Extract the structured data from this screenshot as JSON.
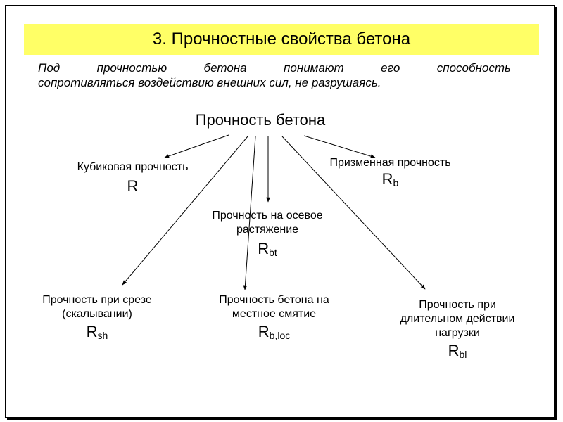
{
  "slide": {
    "title": "3. Прочностные свойства бетона",
    "intro_line1_words": [
      "Под",
      "прочностью",
      "бетона",
      "понимают",
      "его",
      "способность"
    ],
    "intro_line2": "сопротивляться воздействию внешних сил, не разрушаясь.",
    "center": "Прочность  бетона",
    "nodes": {
      "cube": {
        "label": "Кубиковая прочность",
        "symbol": "R",
        "sub": ""
      },
      "prism": {
        "label": "Призменная прочность",
        "symbol": "R",
        "sub": "b"
      },
      "axial": {
        "line1": "Прочность на осевое",
        "line2": "растяжение",
        "symbol": "R",
        "sub": "bt"
      },
      "shear": {
        "line1": "Прочность при срезе",
        "line2": "(скалывании)",
        "symbol": "R",
        "sub": "sh"
      },
      "local": {
        "line1": "Прочность бетона на",
        "line2": "местное смятие",
        "symbol": "R",
        "sub": "b,loc"
      },
      "longterm": {
        "line1": "Прочность при",
        "line2": "длительном действии",
        "line3": "нагрузки",
        "symbol": "R",
        "sub": "bl"
      }
    },
    "colors": {
      "title_bg": "#ffff66",
      "text": "#000000",
      "background": "#ffffff"
    }
  }
}
